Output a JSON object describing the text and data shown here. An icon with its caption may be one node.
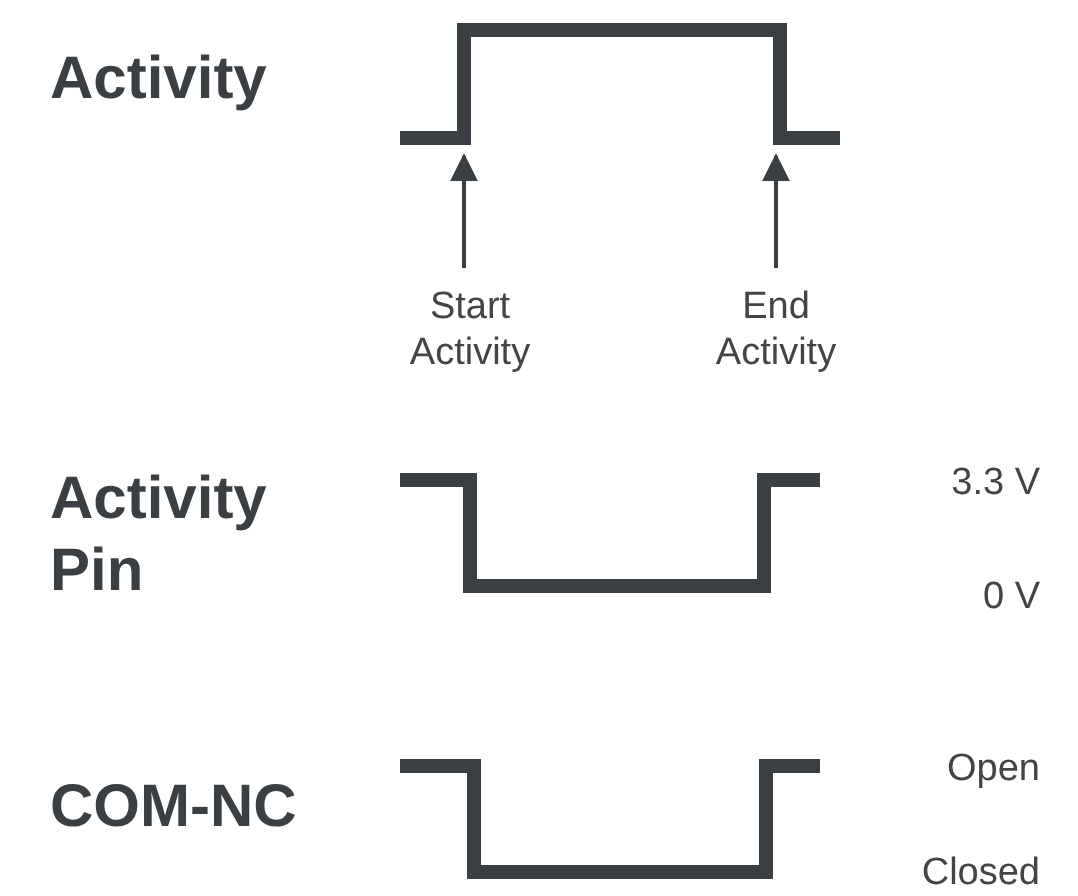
{
  "diagram": {
    "nodes": [
      {
        "text": [
          "Start Activity"
        ]
      },
      {
        "text": [
          "End Activity"
        ]
      }
    ],
    "edges": [
      {
        "from": 0,
        "to": null,
        "arrow": "to"
      },
      {
        "from": 1,
        "to": null,
        "arrow": "to"
      }
    ],
    "labels": [
      "Activity",
      "Activity Pin",
      "3.3 V",
      "0 V",
      "COM-NC",
      "Open",
      "Closed"
    ]
  }
}
